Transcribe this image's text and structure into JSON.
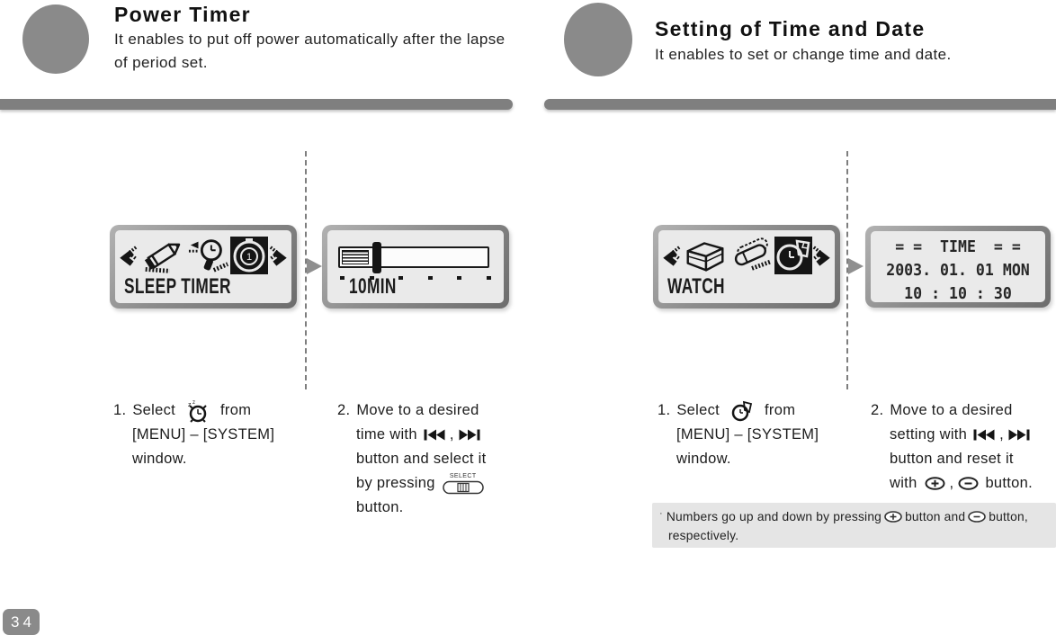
{
  "page": {
    "number": "34",
    "background": "#ffffff"
  },
  "colors": {
    "accent_gray": "#8a8a8a",
    "bar_gray": "#7f7f7f",
    "screen_bg": "#eaeaea",
    "screen_border_gradient": [
      "#b2b2b2",
      "#6d6d6d"
    ],
    "note_bg": "#e5e5e5",
    "ink": "#151515"
  },
  "icons": {
    "chevron-left": "« solid chevron with halftone trail",
    "chevron-right": "» solid chevron with halftone trail",
    "pencil": "pencil (edit) bitmap",
    "magnifier": "magnifying glass (browse) bitmap",
    "sleep-timer": "alarm clock in black selected square",
    "cube": "3d box (memory) bitmap",
    "eraser": "eraser (delete) bitmap",
    "watch": "wristwatch with calendar in black selected square",
    "prev": "skip-back |◀◀",
    "next": "skip-forward ▶▶|",
    "select-button": "pill button labeled SELECT",
    "plus-button": "oval + button",
    "minus-button": "oval − button",
    "arrow-right": "gray triangle pointing right"
  },
  "power_timer": {
    "title": "Power Timer",
    "description": "It enables to put off power automatically after the lapse of period set.",
    "menu_screen": {
      "label": "SLEEP TIMER"
    },
    "value_screen": {
      "label": "10MIN"
    },
    "step1": {
      "number": "1.",
      "select": "Select",
      "from": "from",
      "line2": "[MENU] – [SYSTEM]",
      "line3": "window."
    },
    "step2": {
      "number": "2.",
      "line1": "Move to a desired",
      "line2_pre": "time with",
      "comma": ",",
      "line3": "button and select it",
      "line4_pre": "by pressing",
      "select_label": "SELECT",
      "line5": "button."
    }
  },
  "time_date": {
    "title": "Setting of Time and Date",
    "description": "It enables to set or change time and date.",
    "menu_screen": {
      "label": "WATCH"
    },
    "time_screen": {
      "line1": "= =  TIME  = =",
      "line2": "2003. 01. 01 MON",
      "line3": "10 : 10 : 30"
    },
    "step1": {
      "number": "1.",
      "select": "Select",
      "from": "from",
      "line2": "[MENU] – [SYSTEM]",
      "line3": "window."
    },
    "step2": {
      "number": "2.",
      "line1": "Move to a desired",
      "line2_pre": "setting with",
      "comma": ",",
      "line3": "button and reset it",
      "line4_pre": "with",
      "line4_comma": ",",
      "line4_post": "button."
    },
    "note": {
      "bullet": "·",
      "text1": "Numbers go up and down by pressing",
      "text2": "button and",
      "text3": "button,",
      "text4": "respectively."
    }
  }
}
